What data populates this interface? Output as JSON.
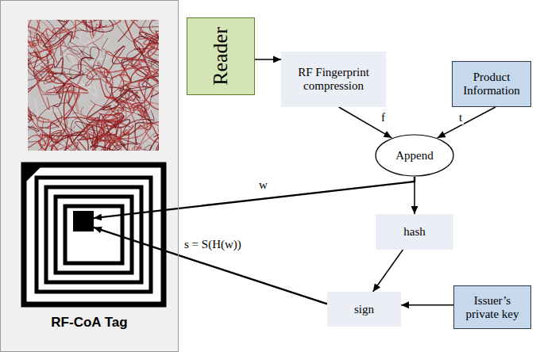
{
  "diagram": {
    "nodes": [
      {
        "text": [
          "RF-CoA Tag"
        ]
      },
      {
        "text": [
          "Reader"
        ]
      },
      {
        "text": [
          "RF Fingerprint compression"
        ]
      },
      {
        "text": [
          "Product Information"
        ]
      },
      {
        "text": [
          "Append"
        ]
      },
      {
        "text": [
          "hash"
        ]
      },
      {
        "text": [
          "sign"
        ]
      },
      {
        "text": [
          "Issuer’s private key"
        ]
      }
    ],
    "edges": [
      {
        "from": 1,
        "to": 2,
        "arrow": "to"
      },
      {
        "from": 2,
        "to": 4,
        "label": "f",
        "arrow": "to"
      },
      {
        "from": 3,
        "to": 4,
        "label": "t",
        "arrow": "to"
      },
      {
        "from": 4,
        "to": 0,
        "label": "w",
        "arrow": "to"
      },
      {
        "from": 4,
        "to": 5,
        "arrow": "to"
      },
      {
        "from": 5,
        "to": 6,
        "arrow": "to"
      },
      {
        "from": 7,
        "to": 6,
        "arrow": "to"
      },
      {
        "from": 6,
        "to": 0,
        "label": "s = S(H(w))",
        "arrow": "to"
      }
    ]
  }
}
